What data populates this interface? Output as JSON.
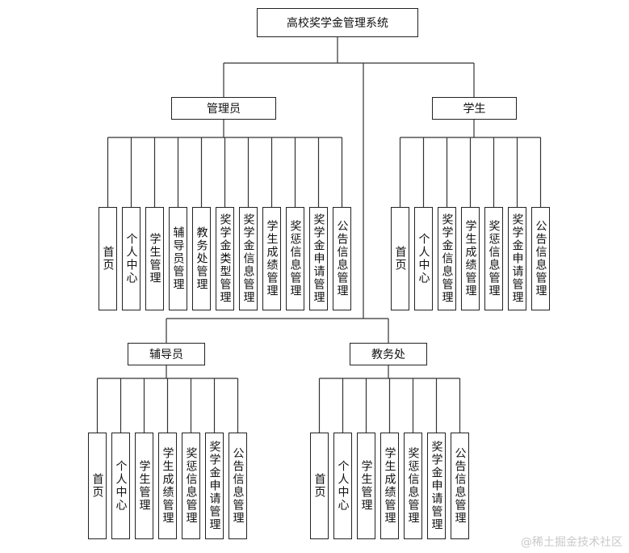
{
  "root": {
    "label": "高校奖学金管理系统"
  },
  "roles": [
    {
      "label": "管理员",
      "children": [
        "首页",
        "个人中心",
        "学生管理",
        "辅导员管理",
        "教务处管理",
        "奖学金类型管理",
        "奖学金信息管理",
        "学生成绩管理",
        "奖惩信息管理",
        "奖学金申请管理",
        "公告信息管理"
      ]
    },
    {
      "label": "学生",
      "children": [
        "首页",
        "个人中心",
        "奖学金信息管理",
        "学生成绩管理",
        "奖惩信息管理",
        "奖学金申请管理",
        "公告信息管理"
      ]
    },
    {
      "label": "辅导员",
      "children": [
        "首页",
        "个人中心",
        "学生管理",
        "学生成绩管理",
        "奖惩信息管理",
        "奖学金申请管理",
        "公告信息管理"
      ]
    },
    {
      "label": "教务处",
      "children": [
        "首页",
        "个人中心",
        "学生管理",
        "学生成绩管理",
        "奖惩信息管理",
        "奖学金申请管理",
        "公告信息管理"
      ]
    }
  ],
  "watermark": "@稀土掘金技术社区"
}
